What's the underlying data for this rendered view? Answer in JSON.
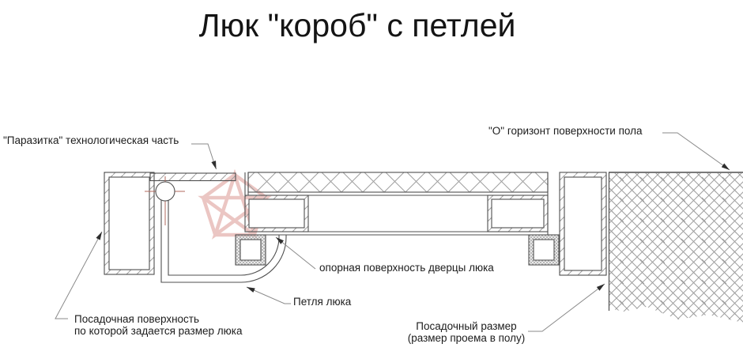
{
  "title": "Люк \"короб\" с петлей",
  "labels": {
    "parasitka": "\"Паразитка\" технологическая часть",
    "o_horizon": "\"О\" горизонт поверхности пола",
    "opornaya": "опорная поверхность дверцы люка",
    "petlya": "Петля люка",
    "posadochnaya_line1": "Посадочная поверхность",
    "posadochnaya_line2": "по которой задается размер люка",
    "posadochny_line1": "Посадочный размер",
    "posadochny_line2": "(размер проема в полу)"
  },
  "colors": {
    "background": "#ffffff",
    "main_line": "#4f4f4f",
    "hatch_line": "#9f9f9f",
    "centerline": "#b06a5e",
    "watermark": "#d98f88",
    "text": "#1b1b1b",
    "arrow": "#2e2e2e"
  }
}
